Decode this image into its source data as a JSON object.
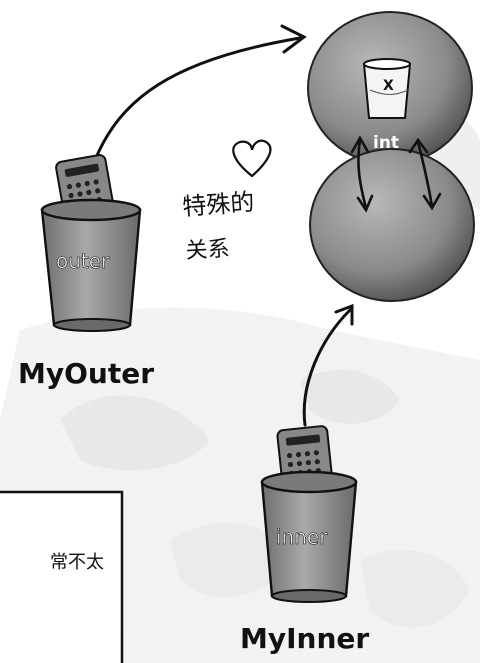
{
  "diagram": {
    "outer_object": {
      "cup_label": "outer",
      "class_label": "MyOuter"
    },
    "inner_object": {
      "cup_label": "inner",
      "class_label": "MyInner"
    },
    "field": {
      "cup_letter": "X",
      "type_label": "int"
    },
    "annotation": {
      "line1": "特殊的",
      "line2": "关系"
    },
    "partial_box_text": "常不太",
    "colors": {
      "sphere": "#8f8f8f",
      "sphere_shadow": "#5c5c5c",
      "cup": "#9a9a9a",
      "ink": "#111111",
      "watermark": "#d4d4d4"
    }
  }
}
